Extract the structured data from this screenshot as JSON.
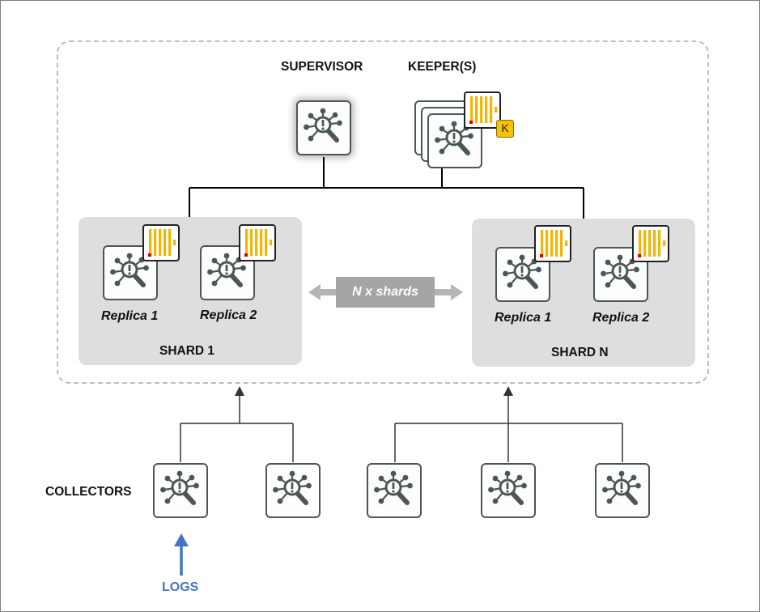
{
  "labels": {
    "supervisor": "SUPERVISOR",
    "keepers": "KEEPER(S)",
    "shard_1": "SHARD 1",
    "shard_n": "SHARD N",
    "n_x_shards": "N x shards",
    "collectors": "COLLECTORS",
    "logs": "LOGS",
    "keeper_badge": "K"
  },
  "shards": [
    {
      "replicas": [
        "Replica 1",
        "Replica 2"
      ]
    },
    {
      "replicas": [
        "Replica 1",
        "Replica 2"
      ]
    }
  ],
  "colors": {
    "node_border": "#4b5757",
    "node_icon": "#4b5757",
    "db_bars": "#f4b400",
    "db_marker": "#e00000",
    "keeper_badge": "#f7c200",
    "shard_fill": "#dedede",
    "arrow_gray": "#a5a5a5",
    "logs_blue": "#4472c4"
  },
  "icons": {
    "node": "network-analysis-icon",
    "database": "columnar-database-icon"
  }
}
